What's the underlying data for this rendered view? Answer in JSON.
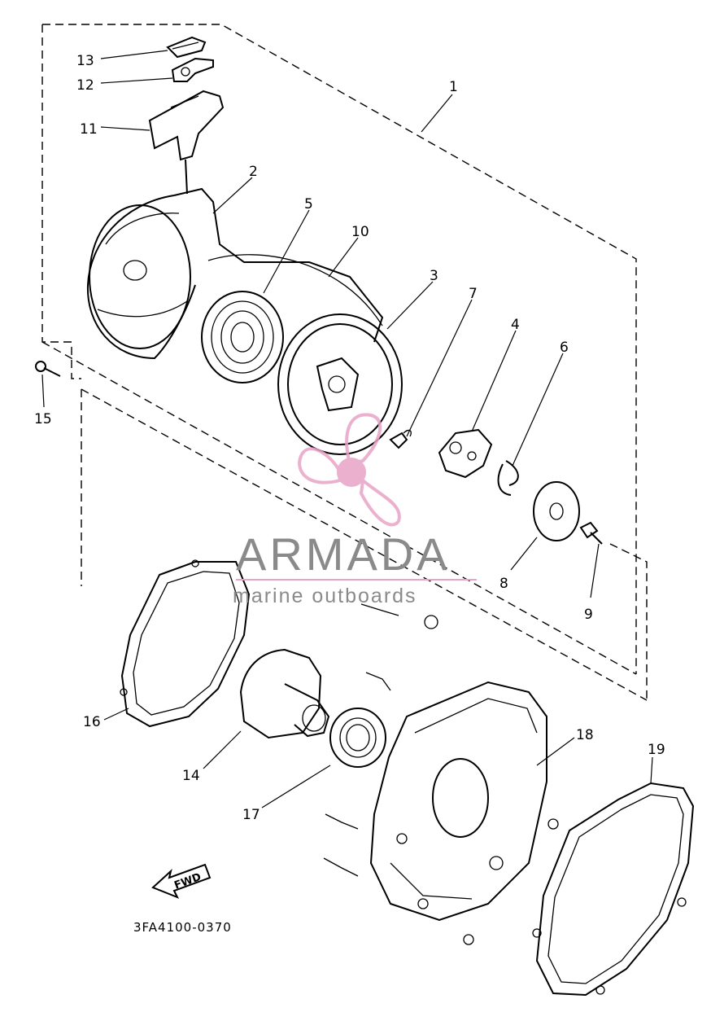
{
  "diagram": {
    "part_code": "3FA4100-0370",
    "fwd_label": "FWD",
    "callouts": [
      "1",
      "2",
      "3",
      "4",
      "5",
      "6",
      "7",
      "8",
      "9",
      "10",
      "11",
      "12",
      "13",
      "14",
      "15",
      "16",
      "17",
      "18",
      "19"
    ]
  },
  "watermark": {
    "brand": "ARMADA",
    "tagline": "marine outboards",
    "color_primary": "#e8a3c6",
    "color_text": "#8a8a8a"
  }
}
